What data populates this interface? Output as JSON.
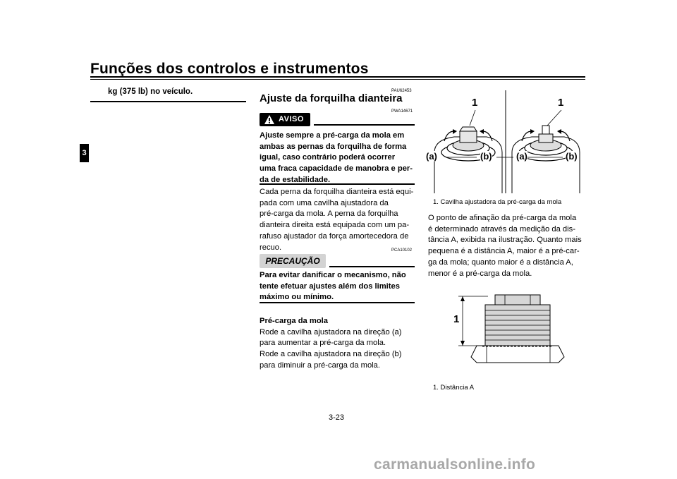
{
  "header": {
    "chapter_title": "Funções dos controlos e instrumentos",
    "chapter_tab": "3"
  },
  "col1": {
    "text": "kg (375 lb) no veículo."
  },
  "section": {
    "code": "PAU62453",
    "title": "Ajuste da forquilha dianteira"
  },
  "warning": {
    "badge": "AVISO",
    "code": "PWA14671",
    "lines": [
      "Ajuste sempre a pré-carga da mola em",
      "ambas as pernas da forquilha de forma",
      "igual, caso contrário poderá ocorrer",
      "uma fraca capacidade de manobra e per-",
      "da de estabilidade."
    ]
  },
  "intro": {
    "lines": [
      "Cada perna da forquilha dianteira está equi-",
      "pada com uma cavilha ajustadora da",
      "pré-carga da mola. A perna da forquilha",
      "dianteira direita está equipada com um pa-",
      "rafuso ajustador da força amortecedora de",
      "recuo."
    ]
  },
  "caution": {
    "badge": "PRECAUÇÃO",
    "code": "PCA10102",
    "lines": [
      "Para evitar danificar o mecanismo, não",
      "tente efetuar ajustes além dos limites",
      "máximo ou mínimo."
    ]
  },
  "preload": {
    "heading": "Pré-carga da mola",
    "lines": [
      "Rode a cavilha ajustadora na direção (a)",
      "para aumentar a pré-carga da mola.",
      "Rode a cavilha ajustadora na direção (b)",
      "para diminuir a pré-carga da mola."
    ]
  },
  "figure1": {
    "label_left": "1",
    "label_right": "1",
    "dir_a": "(a)",
    "dir_b": "(b)",
    "caption": "1.  Cavilha ajustadora da pré-carga da mola"
  },
  "measure": {
    "lines": [
      "O ponto de afinação da pré-carga da mola",
      "é determinado através da medição da dis-",
      "tância A, exibida na ilustração. Quanto mais",
      "pequena é a distância A, maior é a pré-car-",
      "ga da mola; quanto maior é a distância A,",
      "menor é a pré-carga da mola."
    ]
  },
  "figure2": {
    "label": "1",
    "caption": "1.  Distância A"
  },
  "footer": {
    "page_number": "3-23",
    "watermark": "carmanualsonline.info"
  }
}
